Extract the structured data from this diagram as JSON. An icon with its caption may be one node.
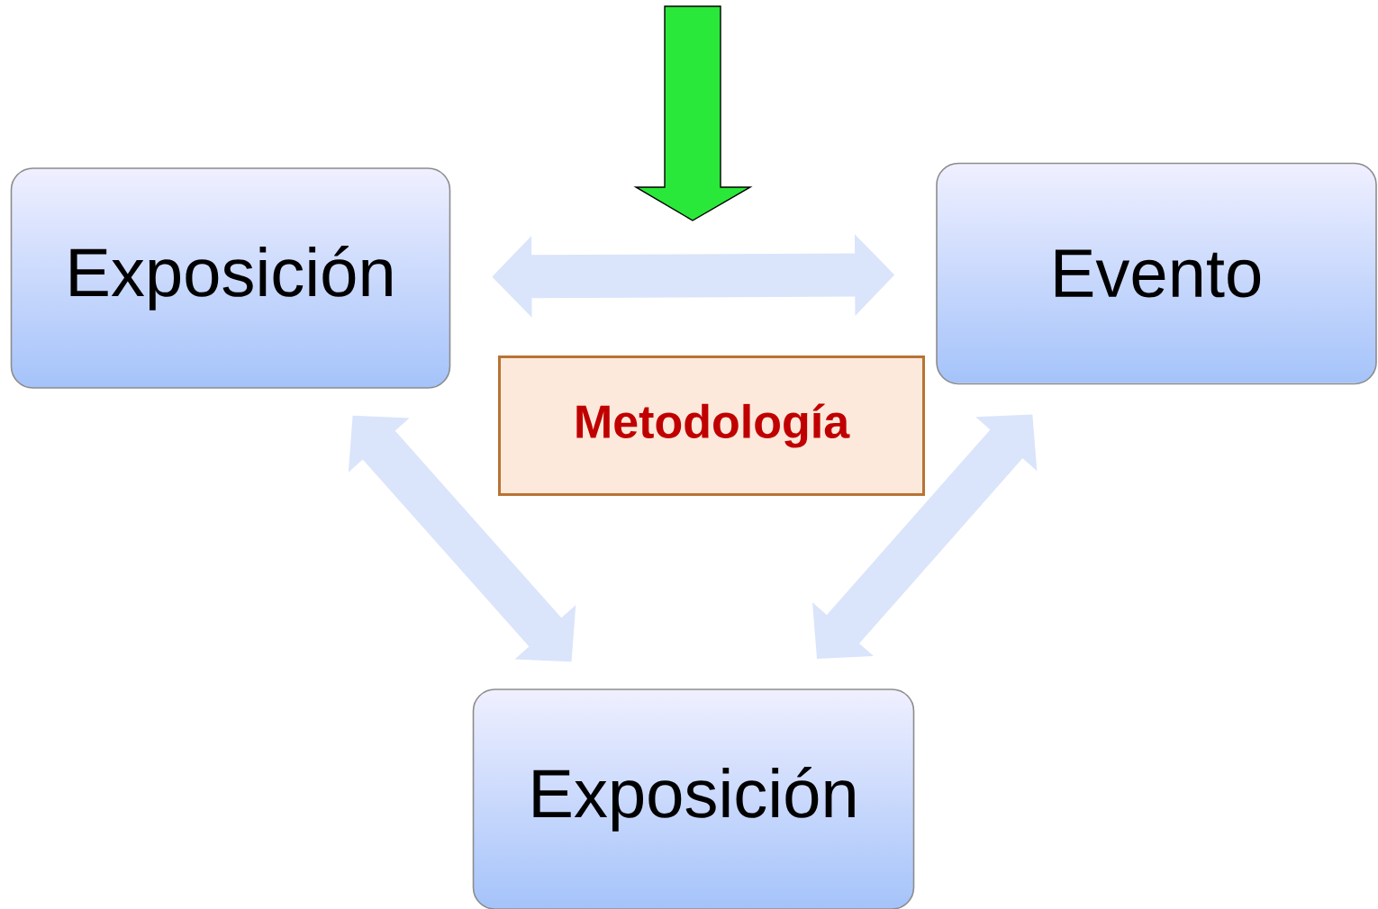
{
  "diagram": {
    "nodes": [
      {
        "text": [
          "Exposición"
        ]
      },
      {
        "text": [
          "Evento"
        ]
      },
      {
        "text": [
          "Metodología"
        ]
      },
      {
        "text": [
          "Exposición"
        ]
      }
    ],
    "edges": [
      {
        "from": 0,
        "to": 1,
        "arrow": "both"
      },
      {
        "from": 0,
        "to": 3,
        "arrow": "both"
      },
      {
        "from": 1,
        "to": 3,
        "arrow": "both"
      }
    ]
  }
}
